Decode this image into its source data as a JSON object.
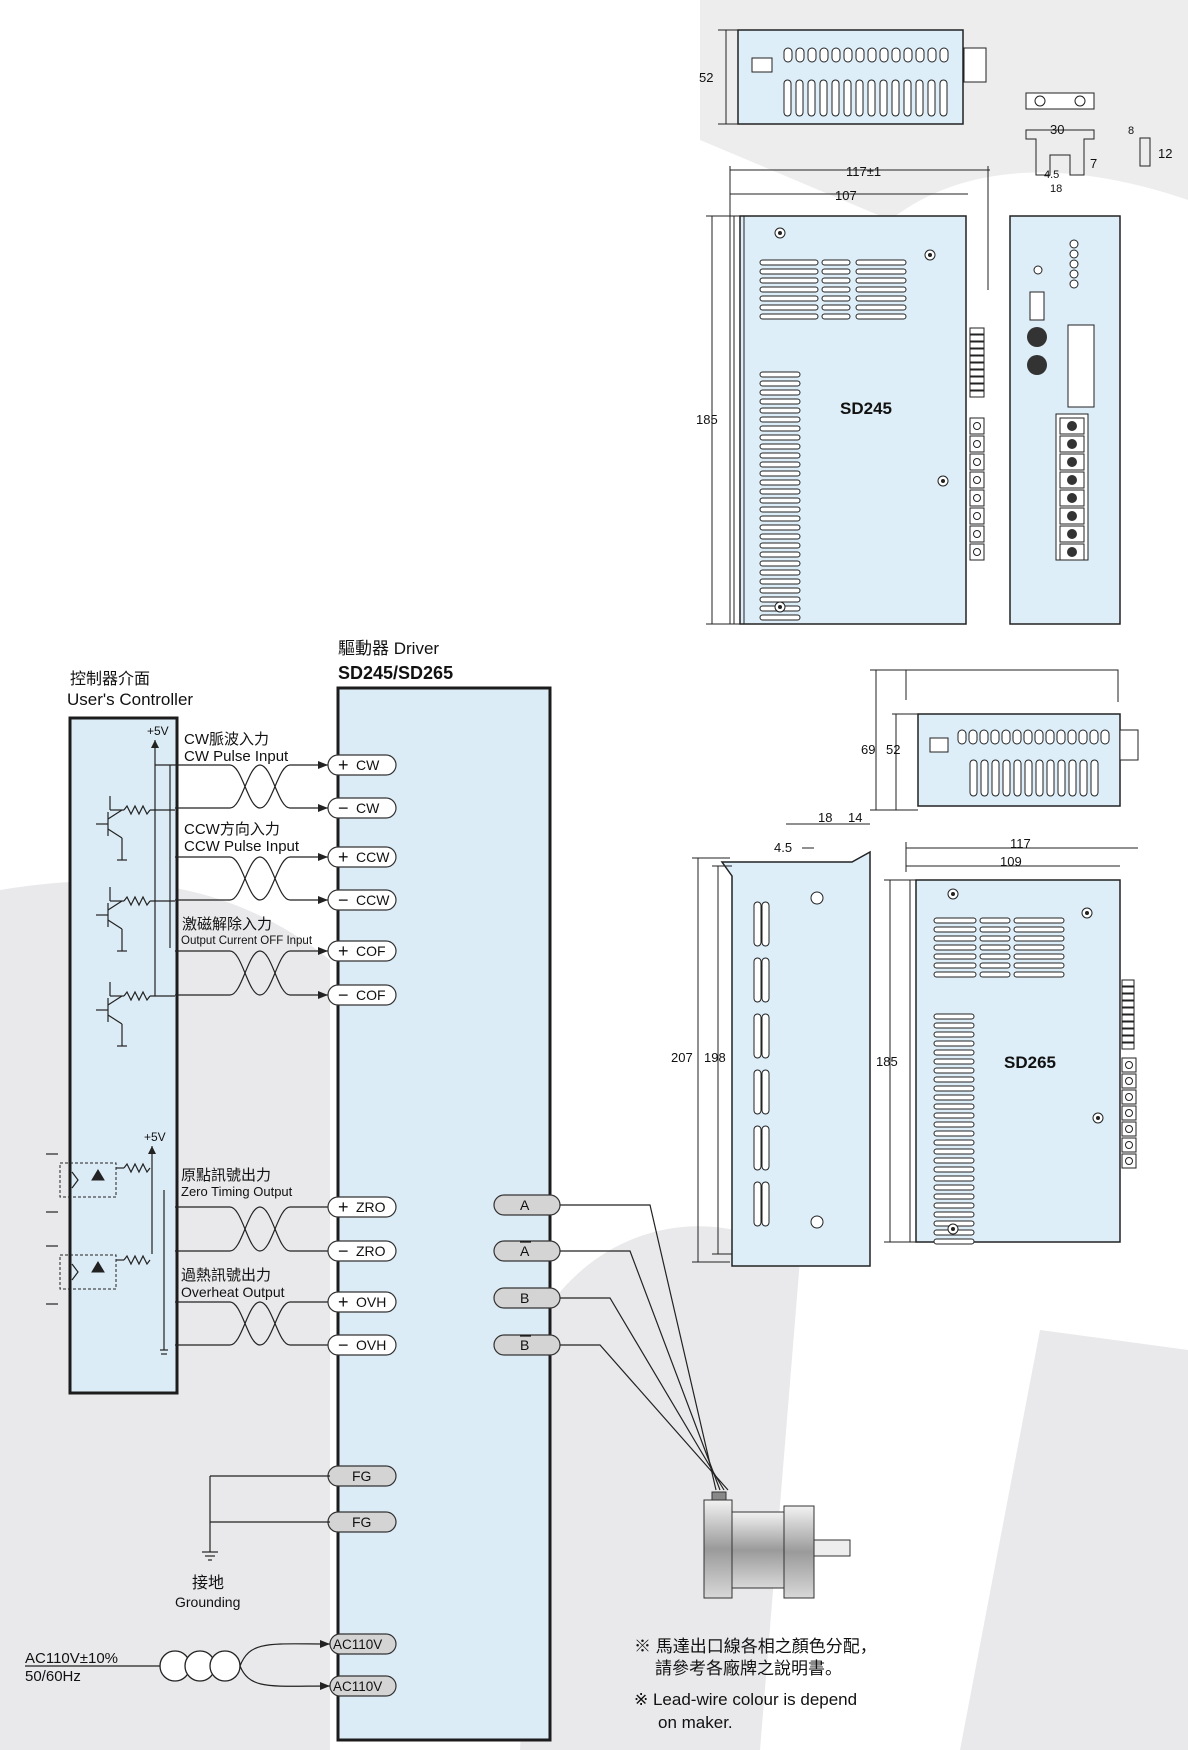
{
  "controller": {
    "title_zh": "控制器介面",
    "title_en": "User's Controller",
    "supply_top": "+5V",
    "supply_mid": "+5V"
  },
  "driver": {
    "title_zh_en": "驅動器 Driver",
    "model": "SD245/SD265"
  },
  "signals": {
    "cw_zh": "CW脈波入力",
    "cw_en": "CW Pulse Input",
    "ccw_zh": "CCW方向入力",
    "ccw_en": "CCW Pulse Input",
    "cof_zh": "激磁解除入力",
    "cof_en": "Output Current OFF Input",
    "zro_zh": "原點訊號出力",
    "zro_en": "Zero Timing Output",
    "ovh_zh": "過熱訊號出力",
    "ovh_en": "Overheat Output"
  },
  "pins_left": [
    "+CW",
    "−CW",
    "+CCW",
    "−CCW",
    "+COF",
    "−COF",
    "+ZRO",
    "−ZRO",
    "+OVH",
    "−OVH"
  ],
  "pins_left_text": [
    "CW",
    "CW",
    "CCW",
    "CCW",
    "COF",
    "COF",
    "ZRO",
    "ZRO",
    "OVH",
    "OVH"
  ],
  "pins_left_sign": [
    "+",
    "−",
    "+",
    "−",
    "+",
    "−",
    "+",
    "−",
    "+",
    "−"
  ],
  "pins_motor": [
    "A",
    "A",
    "B",
    "B"
  ],
  "pins_fg": [
    "FG",
    "FG"
  ],
  "pins_ac": [
    "AC110V",
    "AC110V"
  ],
  "grounding": {
    "zh": "接地",
    "en": "Grounding"
  },
  "power": {
    "line1": "AC110V±10%",
    "line2": "50/60Hz"
  },
  "notes": {
    "zh_line1": "※ 馬達出口線各相之顏色分配，",
    "zh_line2": "請參考各廠牌之說明書。",
    "en_line1": "※ Lead-wire colour is depend",
    "en_line2": "on maker."
  },
  "sd245": {
    "label": "SD245",
    "dim_height_side": "52",
    "dim_width_total": "117±1",
    "dim_width_body": "107",
    "dim_height": "185",
    "bracket_30": "30",
    "bracket_8": "8",
    "bracket_7": "7",
    "bracket_12": "12",
    "bracket_45": "4.5",
    "bracket_18": "18"
  },
  "sd265": {
    "label": "SD265",
    "dim_69": "69",
    "dim_52": "52",
    "dim_18": "18",
    "dim_14": "14",
    "dim_45": "4.5",
    "dim_207": "207",
    "dim_198": "198",
    "dim_117": "117",
    "dim_109": "109",
    "dim_185": "185"
  },
  "colors": {
    "panel_blue": "#dcecf6",
    "background_swoosh": "#e3e4e6",
    "pill_grey": "#d4d4d4"
  }
}
